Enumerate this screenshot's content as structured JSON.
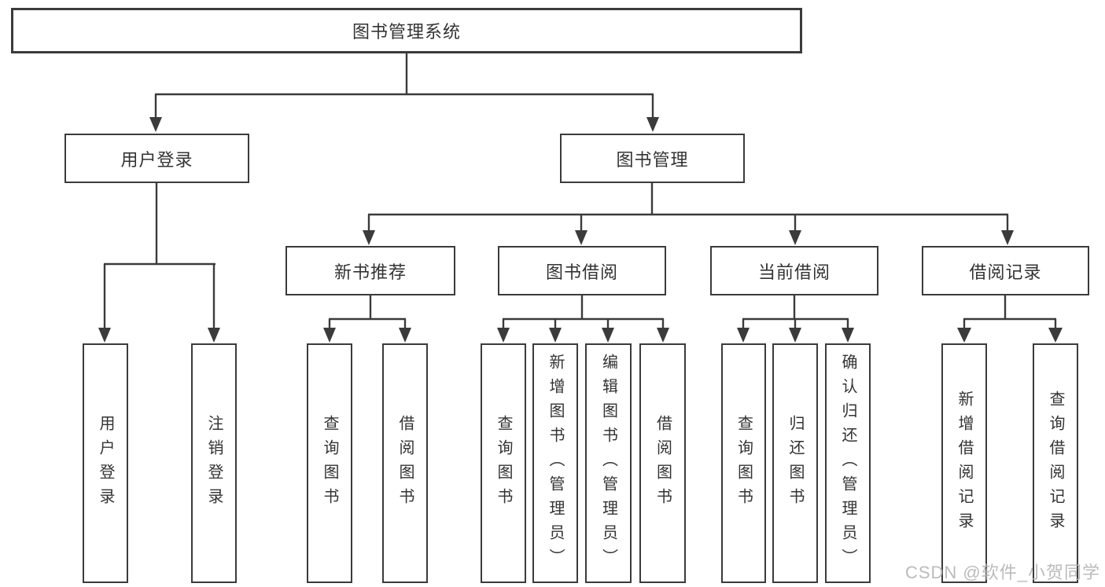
{
  "tree": {
    "label": "图书管理系统",
    "children": [
      {
        "label": "用户登录",
        "children": [
          {
            "label": "用户登录"
          },
          {
            "label": "注销登录"
          }
        ]
      },
      {
        "label": "图书管理",
        "children": [
          {
            "label": "新书推荐",
            "children": [
              {
                "label": "查询图书"
              },
              {
                "label": "借阅图书"
              }
            ]
          },
          {
            "label": "图书借阅",
            "children": [
              {
                "label": "查询图书"
              },
              {
                "label": "新增图书（管理员）"
              },
              {
                "label": "编辑图书（管理员）"
              },
              {
                "label": "借阅图书"
              }
            ]
          },
          {
            "label": "当前借阅",
            "children": [
              {
                "label": "查询图书"
              },
              {
                "label": "归还图书"
              },
              {
                "label": "确认归还（管理员）"
              }
            ]
          },
          {
            "label": "借阅记录",
            "children": [
              {
                "label": "新增借阅记录"
              },
              {
                "label": "查询借阅记录"
              }
            ]
          }
        ]
      }
    ]
  },
  "watermark": {
    "text": "CSDN @软件_小贺同学"
  },
  "colors": {
    "line": "#3b3b3b",
    "text": "#333333",
    "watermark": "#b4b4b4",
    "background": "#ffffff"
  }
}
